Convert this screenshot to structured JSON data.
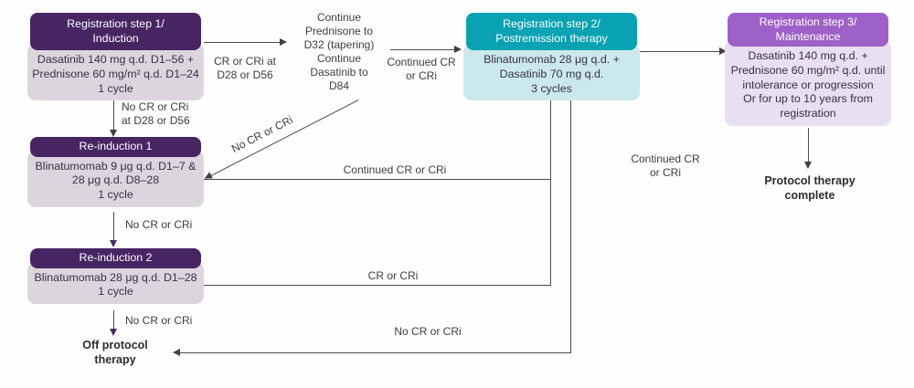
{
  "palette": {
    "header_dark_purple": "#472563",
    "header_teal": "#08a2b2",
    "header_purple": "#9d61c7",
    "body_gray_lavender": "#dcd5de",
    "body_light_teal": "#cbe9ec",
    "body_light_lavender": "#e7dff2",
    "line_gray": "#4b4b4b"
  },
  "nodes": {
    "step1": {
      "title": "Registration step 1/\nInduction",
      "body": "Dasatinib 140 mg q.d. D1–56 +\nPrednisone 60 mg/m² q.d. D1–24\n1 cycle"
    },
    "reinduction1": {
      "title": "Re-induction 1",
      "body": "Blinatumomab 9 μg q.d. D1–7 &\n28 μg q.d. D8–28\n1 cycle"
    },
    "reinduction2": {
      "title": "Re-induction 2",
      "body": "Blinatumomab 28 μg q.d. D1–28\n1 cycle"
    },
    "step2": {
      "title": "Registration step 2/\nPostremission therapy",
      "body": "Blinatumomab 28 μg q.d. +\nDasatinib 70 mg q.d.\n3 cycles"
    },
    "step3": {
      "title": "Registration step 3/\nMaintenance",
      "body": "Dasatinib 140 mg q.d. +\nPrednisone 60 mg/m² q.d. until\nintolerance or progression\nOr for up to 10 years from\nregistration"
    }
  },
  "free_text": {
    "continue_block": "Continue\nPrednisone to\nD32 (tapering)\nContinue\nDasatinib to\nD84",
    "off_protocol": "Off protocol\ntherapy",
    "protocol_complete": "Protocol therapy\ncomplete"
  },
  "edge_labels": {
    "cr_at_d28": "CR or CRi at\nD28 or D56",
    "continued_cr_top": "Continued CR\nor CRi",
    "no_cr_at_d28": "No CR or CRi\nat D28 or D56",
    "no_cr_diagonal": "No CR or CRi",
    "continued_cr_mid": "Continued CR or CRi",
    "no_cr_after_reinduction1": "No CR or CRi",
    "cr_mid": "CR or CRi",
    "no_cr_after_reinduction2": "No CR or CRi",
    "no_cr_bottom": "No CR or CRi",
    "continued_cr_right": "Continued CR\nor CRi"
  }
}
